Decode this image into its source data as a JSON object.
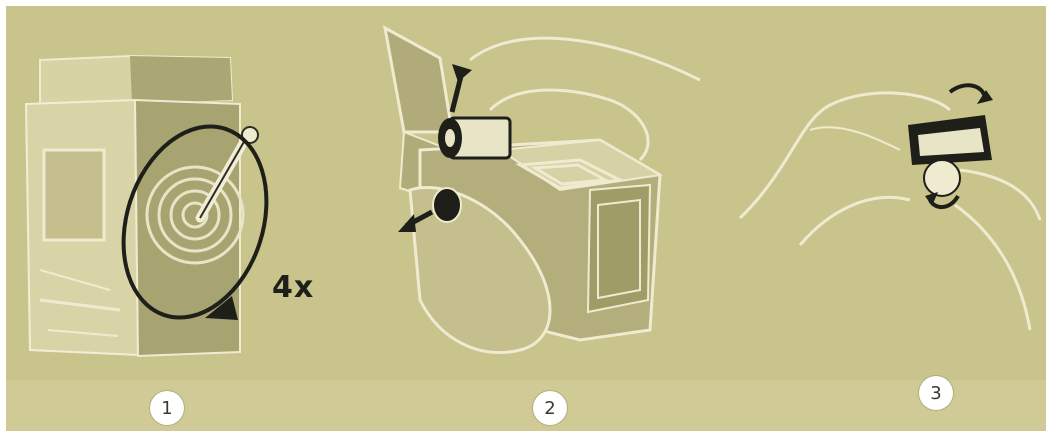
{
  "colors": {
    "background": "#c9c38c",
    "line_light": "#f4f1dc",
    "camera_dark": "#a29e6d",
    "ink": "#1f1f1a"
  },
  "panel1": {
    "turn_count": "4x",
    "step_number": "1",
    "arrow_icon": "circular-arrow-icon"
  },
  "panel2": {
    "step_number": "2",
    "arrow_up_icon": "arrow-up-icon",
    "arrow_down_icon": "arrow-down-icon"
  },
  "panel3": {
    "step_number": "3",
    "rotate_icon": "rotate-arrows-icon"
  }
}
